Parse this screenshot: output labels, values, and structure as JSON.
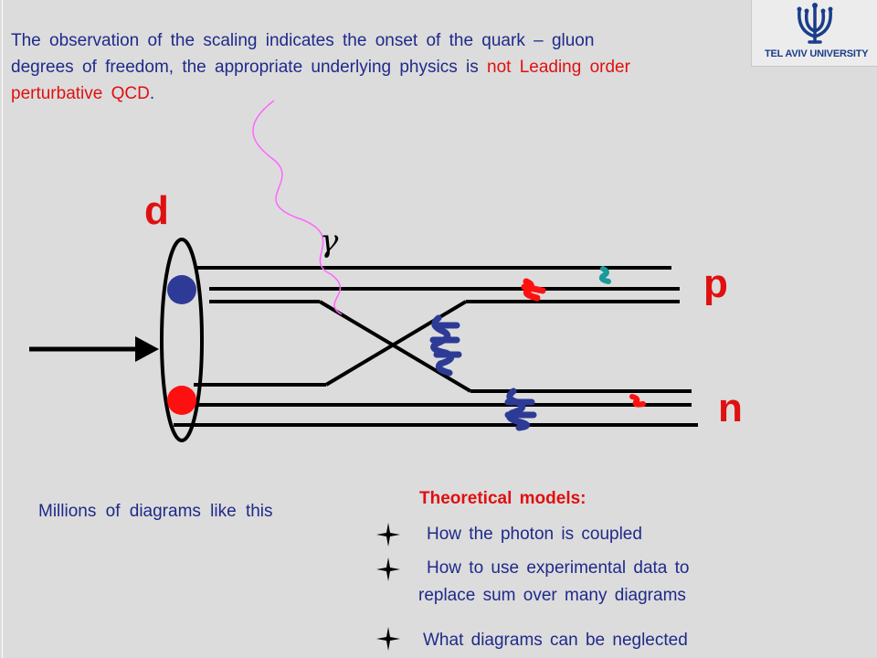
{
  "slide": {
    "intro_text": "The observation of the scaling indicates the onset of the quark – gluon degrees of freedom, the appropriate underlying physics is ",
    "intro_highlight": "not Leading order perturbative QCD",
    "intro_end": ".",
    "logo_text": "TEL AVIV UNIVERSITY",
    "particle_d": "d",
    "particle_p": "p",
    "particle_n": "n",
    "photon_symbol": "γ",
    "millions_text": "Millions of diagrams like this",
    "models_heading": "Theoretical models:",
    "models": [
      {
        "line1": "How the photon is coupled",
        "line2": ""
      },
      {
        "line1": "How to use experimental data to",
        "line2": "replace sum over many diagrams"
      },
      {
        "line1": "What diagrams can be neglected",
        "line2": ""
      }
    ]
  },
  "colors": {
    "text_blue": "#1f2a8a",
    "highlight_red": "#e01010",
    "quark_blue": "#2d3b96",
    "photon_pink": "#ff66ff",
    "gluon_teal": "#1a9a9a"
  }
}
